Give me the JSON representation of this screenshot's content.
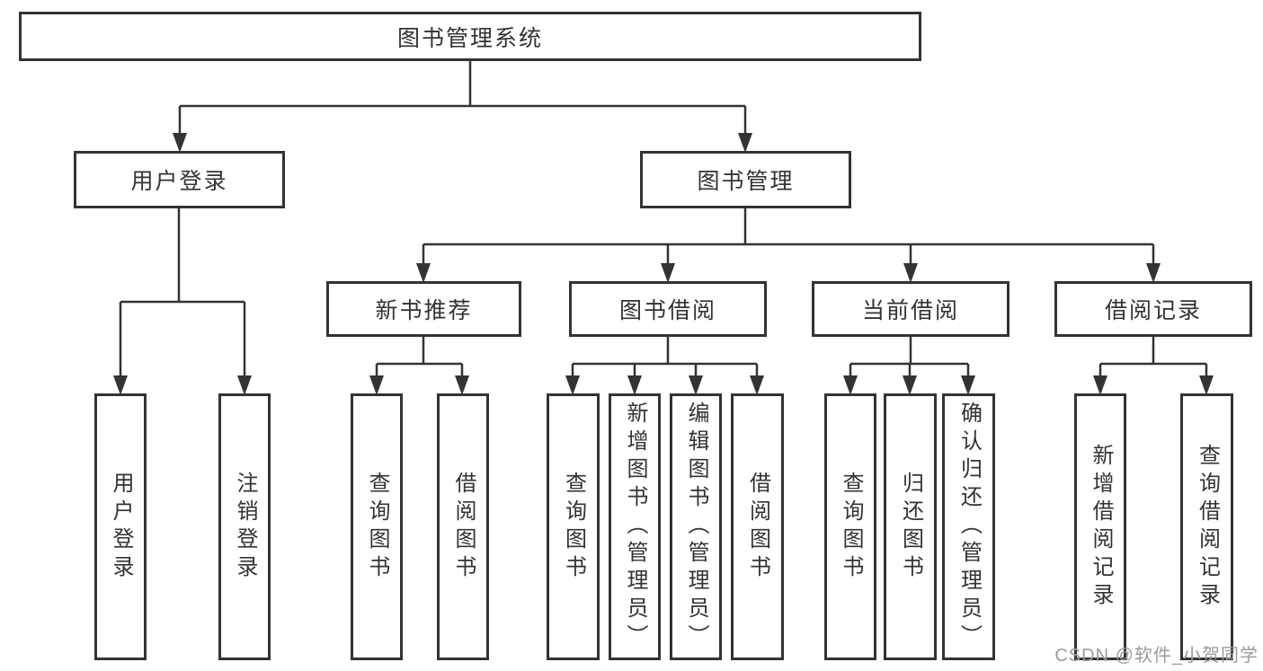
{
  "tree": {
    "root": {
      "label": "图书管理系统"
    },
    "branches": [
      {
        "label": "用户登录",
        "children": [
          {
            "label": "用户登录"
          },
          {
            "label": "注销登录"
          }
        ]
      },
      {
        "label": "图书管理",
        "children": [
          {
            "label": "新书推荐",
            "children": [
              {
                "label": "查询图书"
              },
              {
                "label": "借阅图书"
              }
            ]
          },
          {
            "label": "图书借阅",
            "children": [
              {
                "label": "查询图书"
              },
              {
                "label": "新增图书（管理员）"
              },
              {
                "label": "编辑图书（管理员）"
              },
              {
                "label": "借阅图书"
              }
            ]
          },
          {
            "label": "当前借阅",
            "children": [
              {
                "label": "查询图书"
              },
              {
                "label": "归还图书"
              },
              {
                "label": "确认归还（管理员）"
              }
            ]
          },
          {
            "label": "借阅记录",
            "children": [
              {
                "label": "新增借阅记录"
              },
              {
                "label": "查询借阅记录"
              }
            ]
          }
        ]
      }
    ]
  },
  "watermark": "CSDN @软件_小贺同学",
  "colors": {
    "line": "#333333",
    "text": "#333333",
    "background": "#ffffff",
    "watermark": "#9b9b9b"
  }
}
